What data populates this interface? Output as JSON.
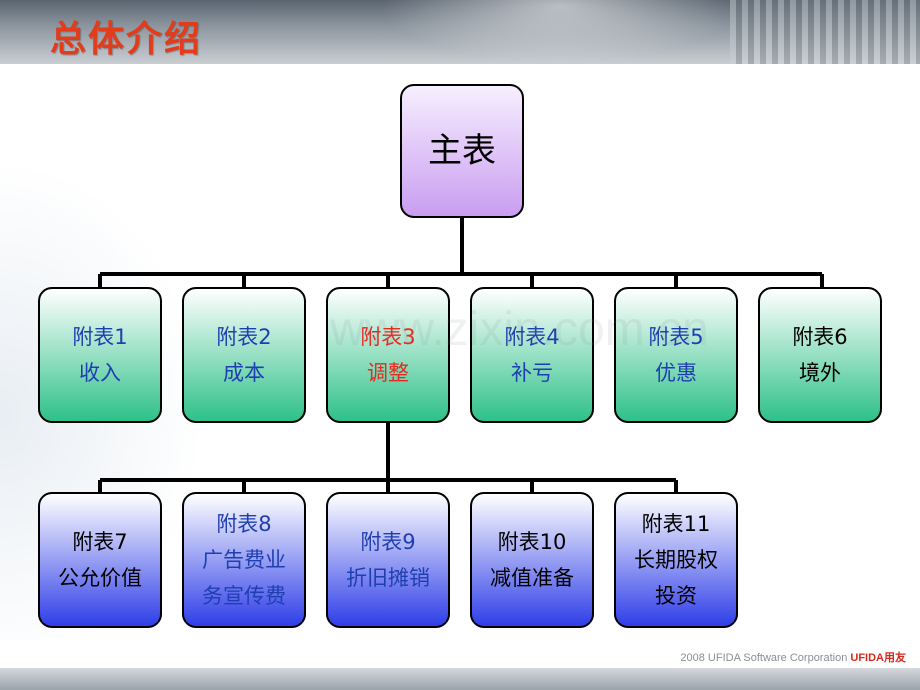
{
  "title": "总体介绍",
  "root": {
    "label": "主表"
  },
  "level1": [
    {
      "l1": "附表1",
      "l2": "收入",
      "color": "blue"
    },
    {
      "l1": "附表2",
      "l2": "成本",
      "color": "blue"
    },
    {
      "l1": "附表3",
      "l2": "调整",
      "color": "red"
    },
    {
      "l1": "附表4",
      "l2": "补亏",
      "color": "blue"
    },
    {
      "l1": "附表5",
      "l2": "优惠",
      "color": "blue"
    },
    {
      "l1": "附表6",
      "l2": "境外",
      "color": "black"
    }
  ],
  "level2": [
    {
      "lines": [
        "附表7",
        "公允价值"
      ]
    },
    {
      "lines": [
        "附表8",
        "广告费业",
        "务宣传费"
      ]
    },
    {
      "lines": [
        "附表9",
        "折旧摊销"
      ]
    },
    {
      "lines": [
        "附表10",
        "减值准备"
      ]
    },
    {
      "lines": [
        "附表11",
        "长期股权",
        "投资"
      ]
    }
  ],
  "watermark": "www.zixin.com.cn",
  "footer": {
    "text": "2008 UFIDA Software Corporation",
    "brand": "UFIDA用友"
  }
}
